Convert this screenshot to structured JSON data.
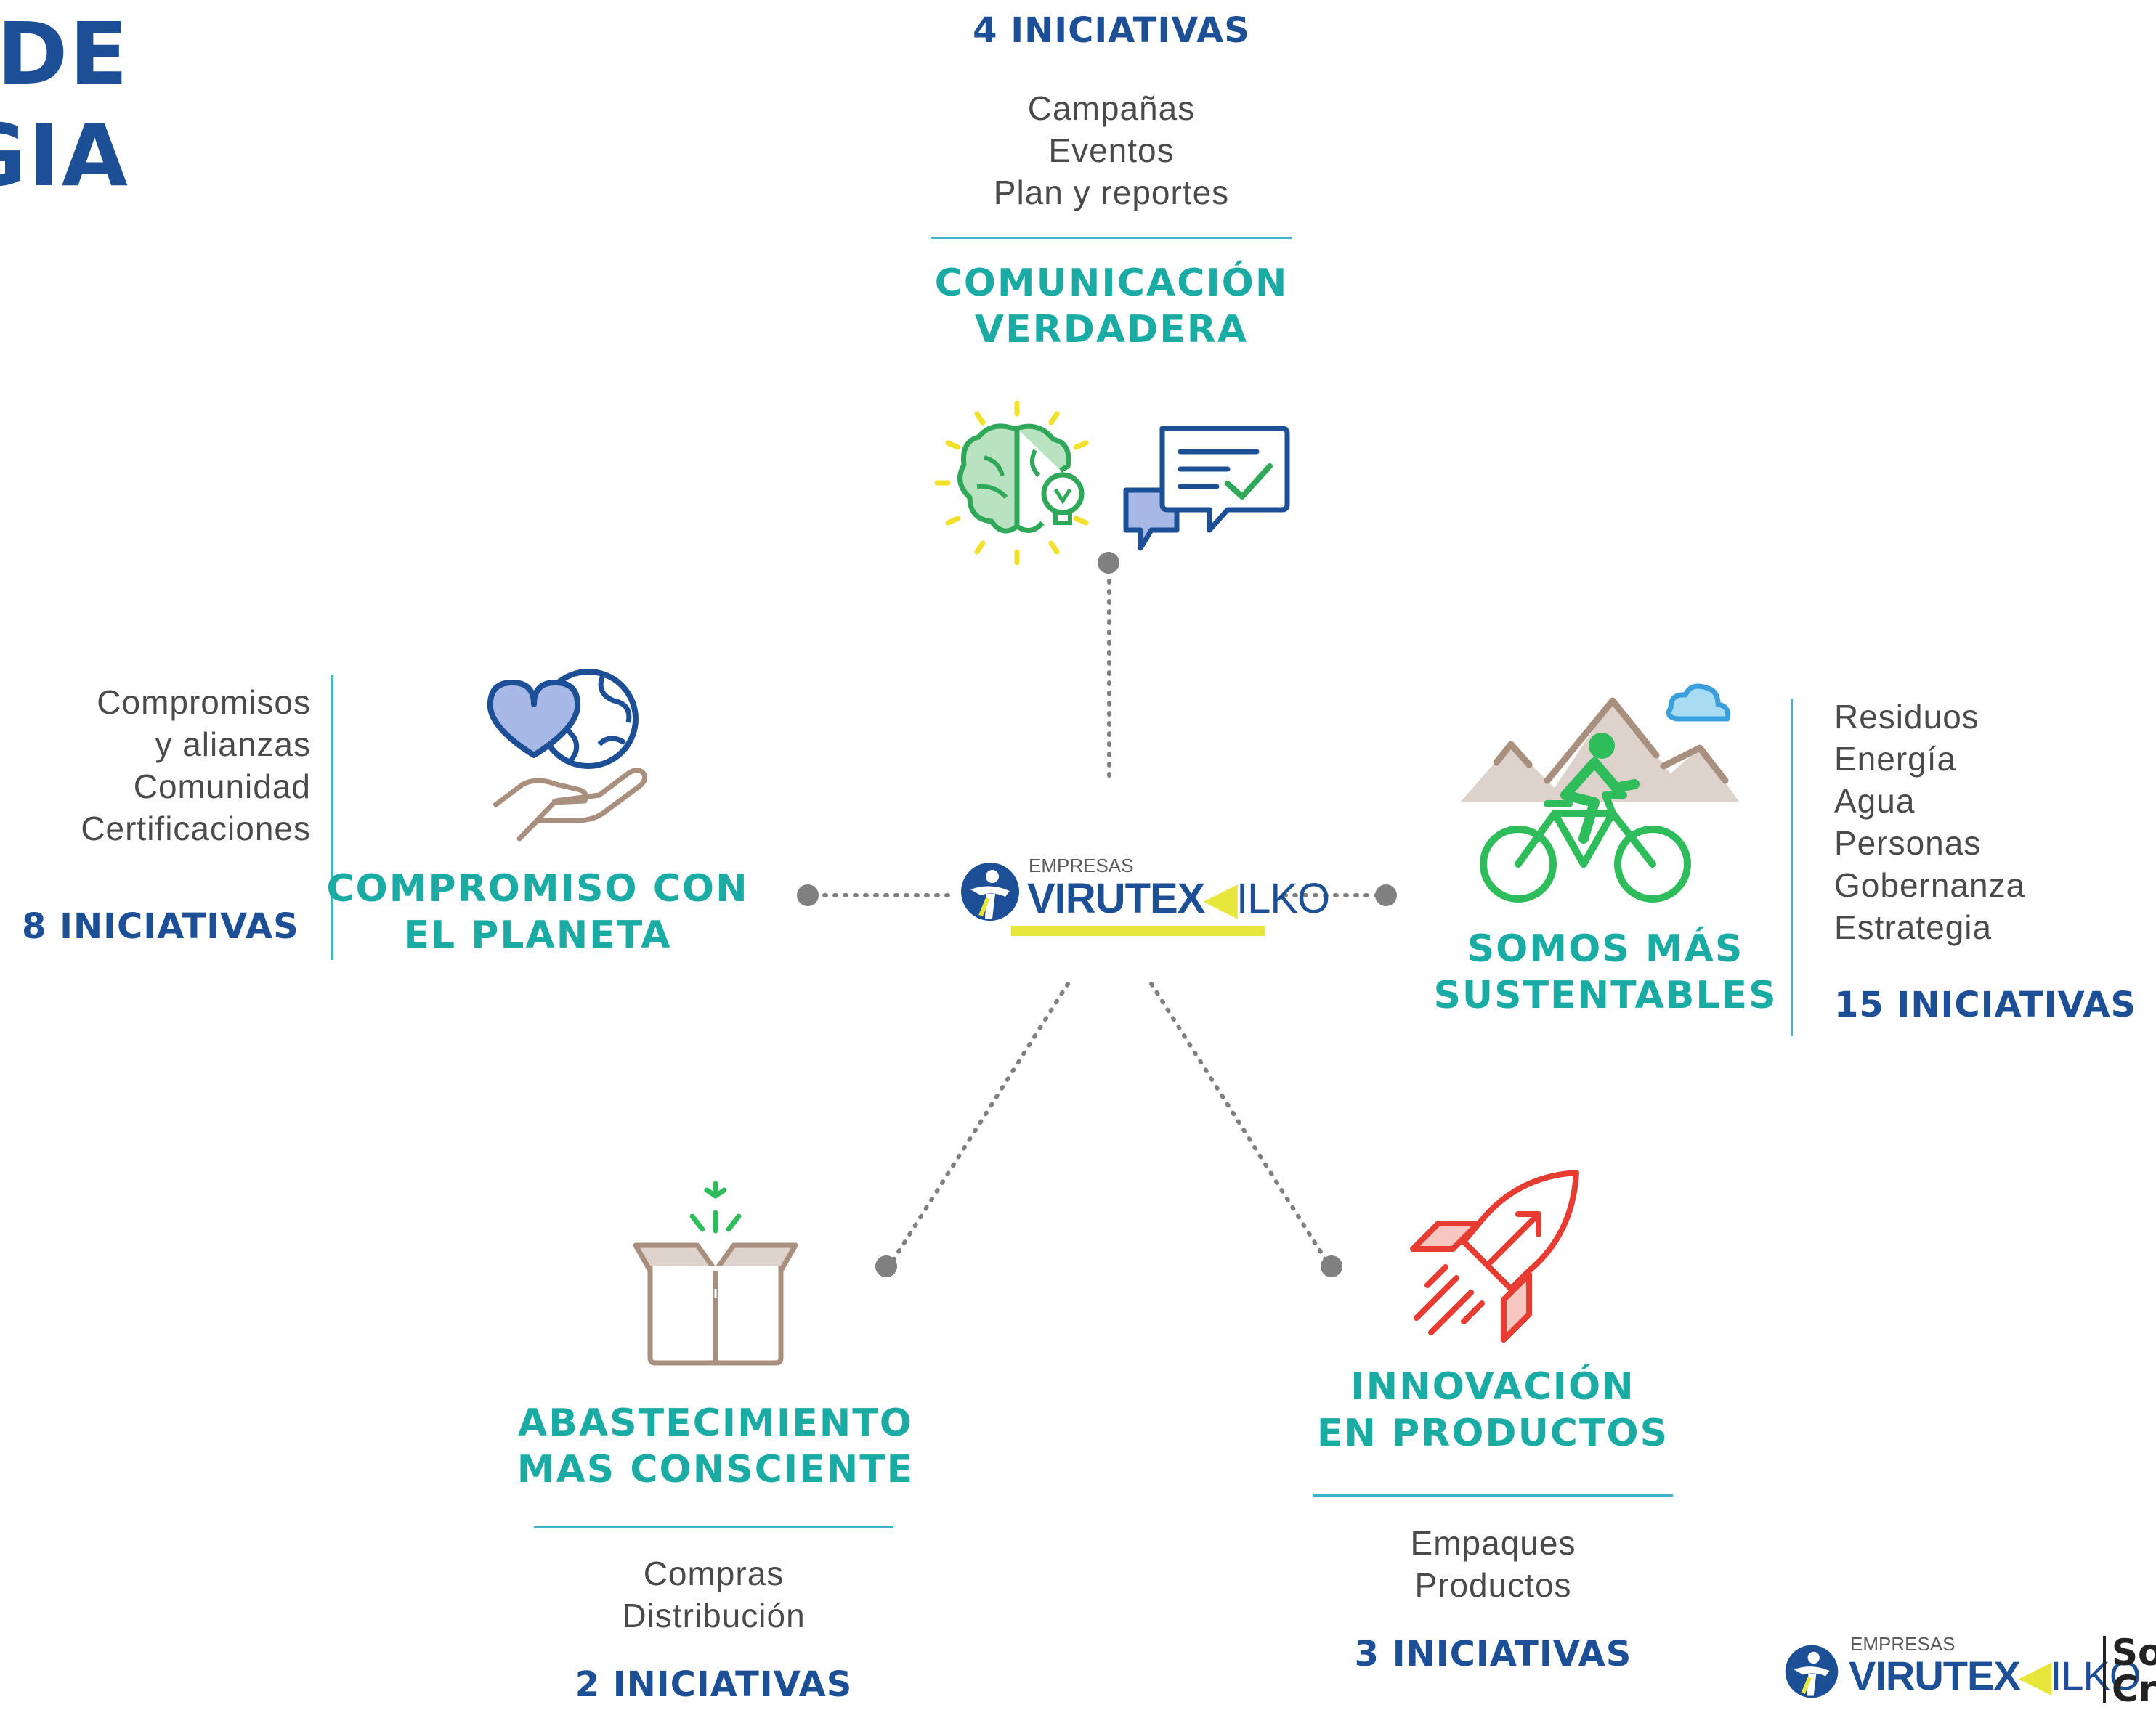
{
  "title_fragment": {
    "line1": "DE",
    "line2": "GIA"
  },
  "colors": {
    "blue": "#1d4f96",
    "teal": "#1aaba5",
    "text": "#4a4a4a",
    "rule": "#3fb4c9",
    "dot": "#808080",
    "yellow": "#e6e63c"
  },
  "center_logo": {
    "small": "EMPRESAS",
    "brand": "VIRUTEX",
    "brand_end": "ILKO"
  },
  "pillars": {
    "comunicacion": {
      "count": "4 INICIATIVAS",
      "items": [
        "Campañas",
        "Eventos",
        "Plan y reportes"
      ],
      "title_line1": "COMUNICACIÓN",
      "title_line2": "VERDADERA",
      "icons": [
        "brain-lightbulb-icon",
        "chat-bubbles-icon"
      ]
    },
    "planeta": {
      "items": [
        "Compromisos",
        "y alianzas",
        "Comunidad",
        "Certificaciones"
      ],
      "count": "8 INICIATIVAS",
      "title_line1": "COMPROMISO CON",
      "title_line2": "EL PLANETA",
      "icons": [
        "globe-heart-hand-icon"
      ]
    },
    "sustentables": {
      "items": [
        "Residuos",
        "Energía",
        "Agua",
        "Personas",
        "Gobernanza",
        "Estrategia"
      ],
      "count": "15 INICIATIVAS",
      "title_line1": "SOMOS MÁS",
      "title_line2": "SUSTENTABLES",
      "icons": [
        "mountain-cyclist-icon"
      ]
    },
    "abastecimiento": {
      "title_line1": "ABASTECIMIENTO",
      "title_line2": "MAS CONSCIENTE",
      "items": [
        "Compras",
        "Distribución"
      ],
      "count": "2 INICIATIVAS",
      "icons": [
        "open-box-sprout-icon"
      ]
    },
    "innovacion": {
      "title_line1": "INNOVACIÓN",
      "title_line2": "EN PRODUCTOS",
      "items": [
        "Empaques",
        "Productos"
      ],
      "count": "3 INICIATIVAS",
      "icons": [
        "rocket-icon"
      ]
    }
  },
  "footer_logo": {
    "small": "EMPRESAS",
    "brand": "VIRUTEX",
    "brand_end": "ILKO",
    "cut_text": "So\nCr"
  }
}
